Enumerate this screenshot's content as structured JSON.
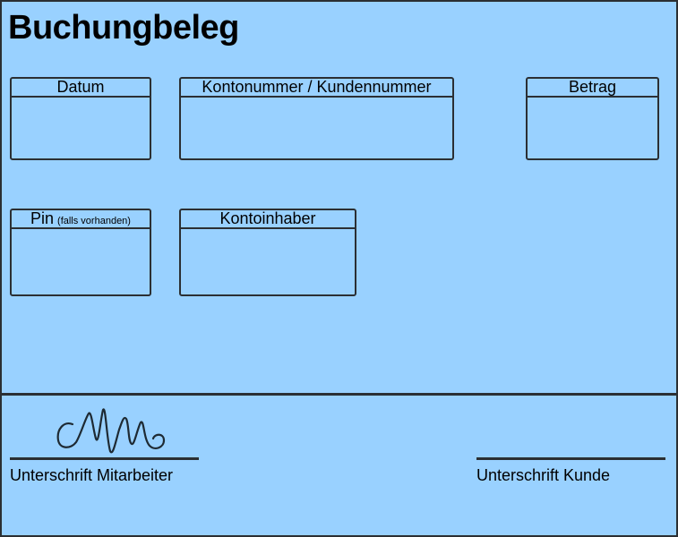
{
  "form": {
    "title": "Buchungbeleg"
  },
  "fields": {
    "datum": "Datum",
    "konto": "Kontonummer / Kundennummer",
    "betrag": "Betrag",
    "pin": "Pin",
    "pin_note": "(falls vorhanden)",
    "kontoinhaber": "Kontoinhaber"
  },
  "signatures": {
    "mitarbeiter_label": "Unterschrift Mitarbeiter",
    "kunde_label": "Unterschrift Kunde",
    "mitarbeiter_signed": true,
    "kunde_signed": false
  },
  "colors": {
    "background": "#99d1ff",
    "lines": "#2b2f33"
  }
}
